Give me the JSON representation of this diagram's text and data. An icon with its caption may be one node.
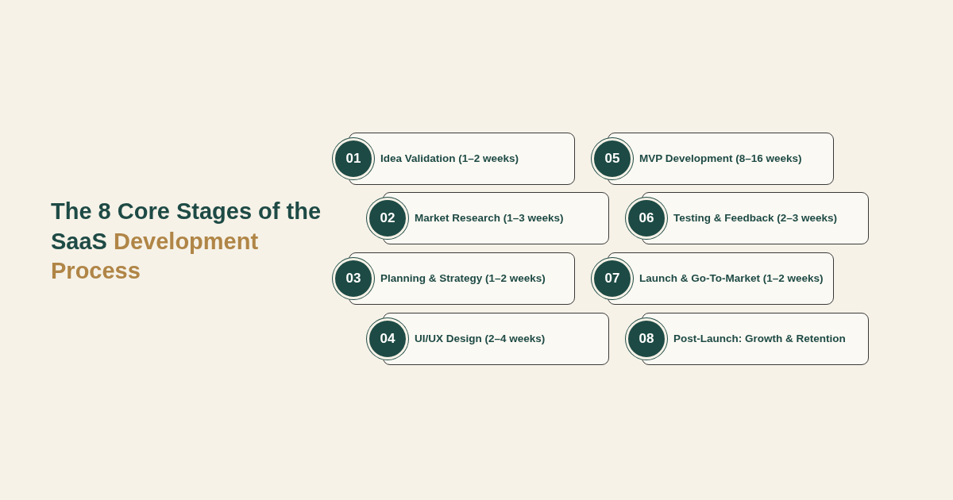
{
  "diagram": {
    "title": "The 8 Core Stages of the SaaS *Development Process*",
    "nodes": [
      {
        "text": [
          "01",
          "Idea Validation (1–2 weeks)"
        ]
      },
      {
        "text": [
          "02",
          "Market Research (1–3 weeks)"
        ]
      },
      {
        "text": [
          "03",
          "Planning & Strategy (1–2 weeks)"
        ]
      },
      {
        "text": [
          "04",
          "UI/UX Design (2–4 weeks)"
        ]
      },
      {
        "text": [
          "05",
          "MVP Development (8–16 weeks)"
        ]
      },
      {
        "text": [
          "06",
          "Testing & Feedback (2–3 weeks)"
        ]
      },
      {
        "text": [
          "07",
          "Launch & Go-To-Market (1–2 weeks)"
        ]
      },
      {
        "text": [
          "08",
          "Post-Launch: Growth & Retention"
        ]
      }
    ]
  }
}
